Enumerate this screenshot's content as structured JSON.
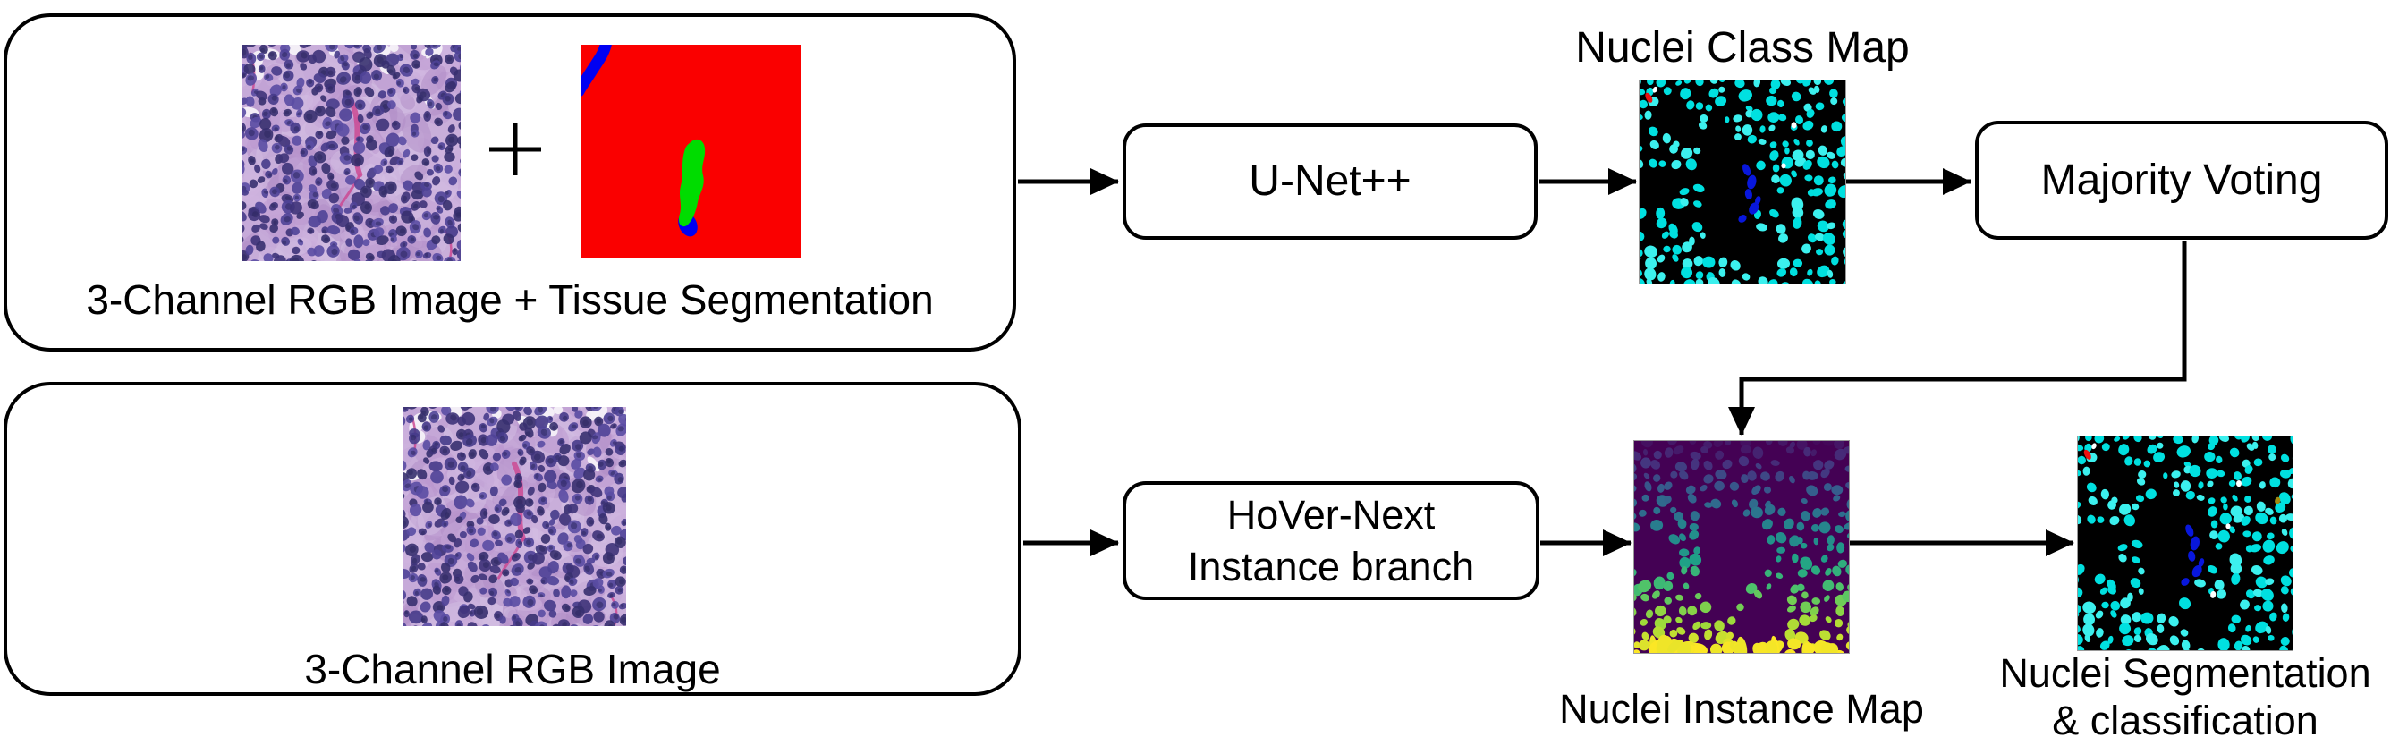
{
  "diagram": {
    "top_branch": {
      "input_label": "3-Channel RGB Image + Tissue Segmentation",
      "plus_sign": "+",
      "model_label": "U-Net++",
      "map_title": "Nuclei Class Map",
      "voting_label": "Majority Voting"
    },
    "bottom_branch": {
      "input_label": "3-Channel RGB Image",
      "model_label_line1": "HoVer-Next",
      "model_label_line2": "Instance branch",
      "instance_map_caption": "Nuclei Instance Map",
      "output_caption_line1": "Nuclei Segmentation",
      "output_caption_line2": "& classification"
    },
    "colors": {
      "background": "#ffffff",
      "outline": "#000000",
      "tissue_red": "#fa0000",
      "tissue_green": "#00dc00",
      "tissue_blue": "#0000f2",
      "map_background": "#000000",
      "nuclei_cyan": "#00e0e0",
      "nuclei_cyan_light": "#3cf0ee",
      "nuclei_blue": "#0817dc",
      "nuclei_red": "#ec1111",
      "nuclei_white": "#ffffff",
      "viridis_background": "#440154",
      "viridis_stops": [
        "#440154",
        "#46327e",
        "#365c8d",
        "#277f8e",
        "#1fa187",
        "#4ac16d",
        "#a0da39",
        "#fde725"
      ],
      "he_background": "#c9aeda",
      "he_mottle": [
        "#bb98cf",
        "#d3bfe3",
        "#c3a6d8",
        "#b08bc5",
        "#cfb4e0"
      ],
      "he_nuclei": [
        "#4f4397",
        "#463b89",
        "#3e3379",
        "#5a4da3",
        "#37306f"
      ],
      "he_nucleolus": "#2d2860",
      "he_gap": "#f6f1f8",
      "he_vessel": "#cb4a93"
    }
  }
}
